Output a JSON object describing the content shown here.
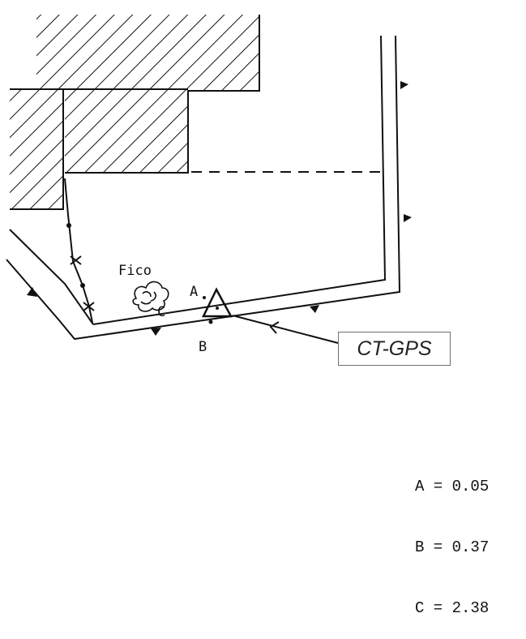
{
  "labels": {
    "tree": "Fico",
    "point_a": "A",
    "point_b": "B",
    "point_c": "C"
  },
  "callout": {
    "text": "CT-GPS"
  },
  "legend": [
    {
      "key": "A",
      "value": "0.05"
    },
    {
      "key": "B",
      "value": "0.37"
    },
    {
      "key": "C",
      "value": "2.38"
    }
  ],
  "colors": {
    "ink": "#111111",
    "callout_border": "#6f6f6f"
  }
}
